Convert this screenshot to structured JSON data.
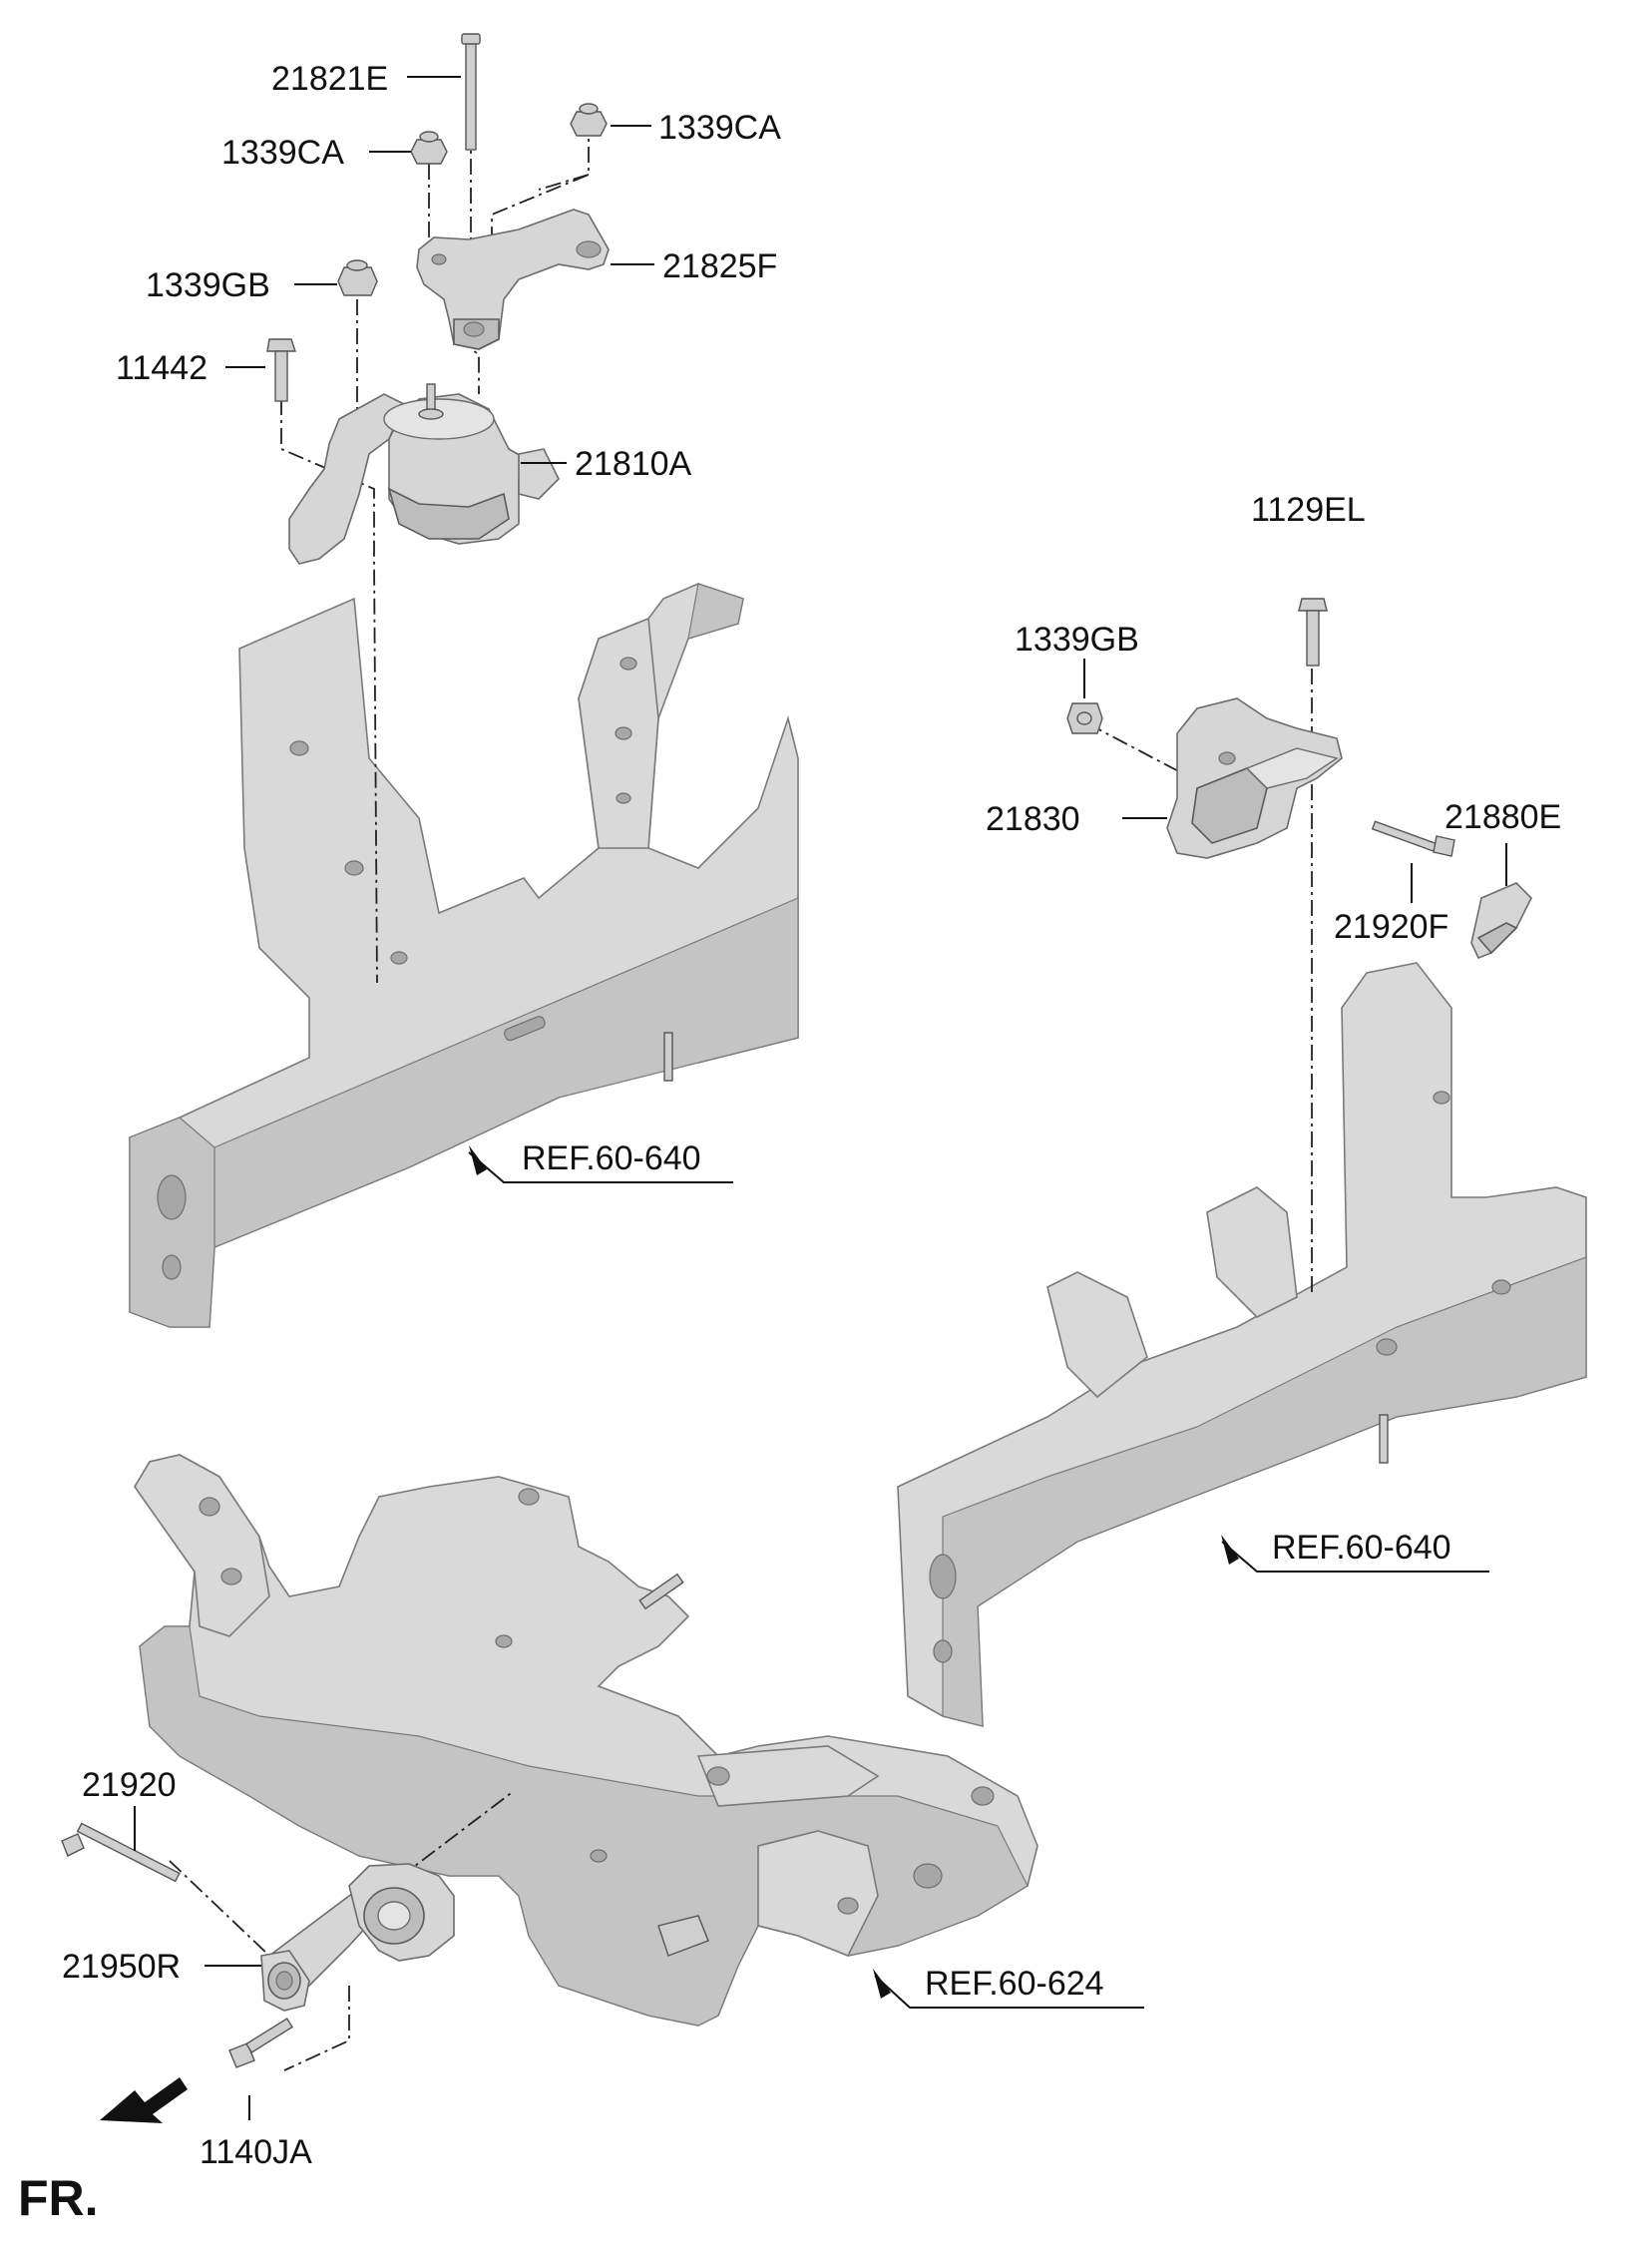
{
  "labels": {
    "p21821E": "21821E",
    "p1339CA_left": "1339CA",
    "p1339CA_right": "1339CA",
    "p21825F": "21825F",
    "p1339GB_top": "1339GB",
    "p11442": "11442",
    "p21810A": "21810A",
    "p1129EL": "1129EL",
    "p1339GB_right": "1339GB",
    "p21830": "21830",
    "p21880E": "21880E",
    "p21920F": "21920F",
    "ref_left": "REF.60-640",
    "ref_right": "REF.60-640",
    "ref_subframe": "REF.60-624",
    "p21920": "21920",
    "p21950R": "21950R",
    "p1140JA": "1140JA",
    "fr": "FR."
  },
  "icons": {
    "front_direction": "front-direction-arrow-icon"
  }
}
